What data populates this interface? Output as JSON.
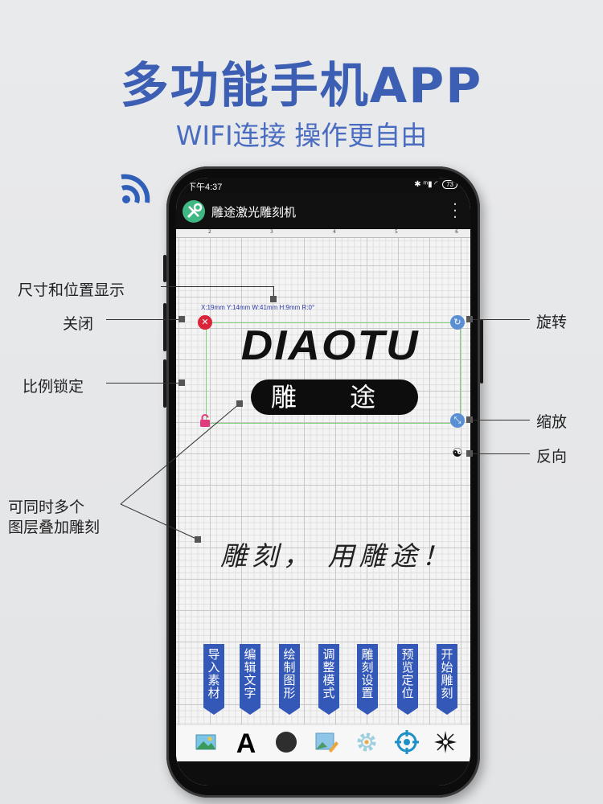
{
  "headline": "多功能手机APP",
  "subheadline": "WIFI连接 操作更自由",
  "status_bar": {
    "time": "下午4:37",
    "icons": "✱ ᵐ▮ ◜",
    "battery": "73"
  },
  "app_bar": {
    "title": "雕途激光雕刻机",
    "menu_icon": "more-vertical-icon"
  },
  "ruler_ticks": [
    "2",
    "3",
    "4",
    "5",
    "6"
  ],
  "selection_info": "X:19mm  Y:14mm  W:41mm  H:9mm  R:0°",
  "canvas_logo": {
    "brand": "DIAOTU",
    "sub": "雕 途"
  },
  "canvas_script": "雕刻， 用雕途！",
  "ribbon_buttons": [
    {
      "label": "导入素材"
    },
    {
      "label": "编辑文字"
    },
    {
      "label": "绘制图形"
    },
    {
      "label": "调整模式"
    },
    {
      "label": "雕刻设置"
    },
    {
      "label": "预览定位"
    },
    {
      "label": "开始雕刻"
    }
  ],
  "toolbar_icons": [
    "image-icon",
    "text-a-icon",
    "circle-shape-icon",
    "edit-picture-icon",
    "settings-gear-icon",
    "crosshair-target-icon",
    "laser-star-icon"
  ],
  "callouts": {
    "size_position": "尺寸和位置显示",
    "close": "关闭",
    "ratio_lock": "比例锁定",
    "multi_layer_1": "可同时多个",
    "multi_layer_2": "图层叠加雕刻",
    "rotate": "旋转",
    "scale": "缩放",
    "reverse": "反向"
  },
  "colors": {
    "accent": "#3c5fb4",
    "ribbon": "#3358b8",
    "close": "#d9243a",
    "handle": "#5b8fd4"
  }
}
